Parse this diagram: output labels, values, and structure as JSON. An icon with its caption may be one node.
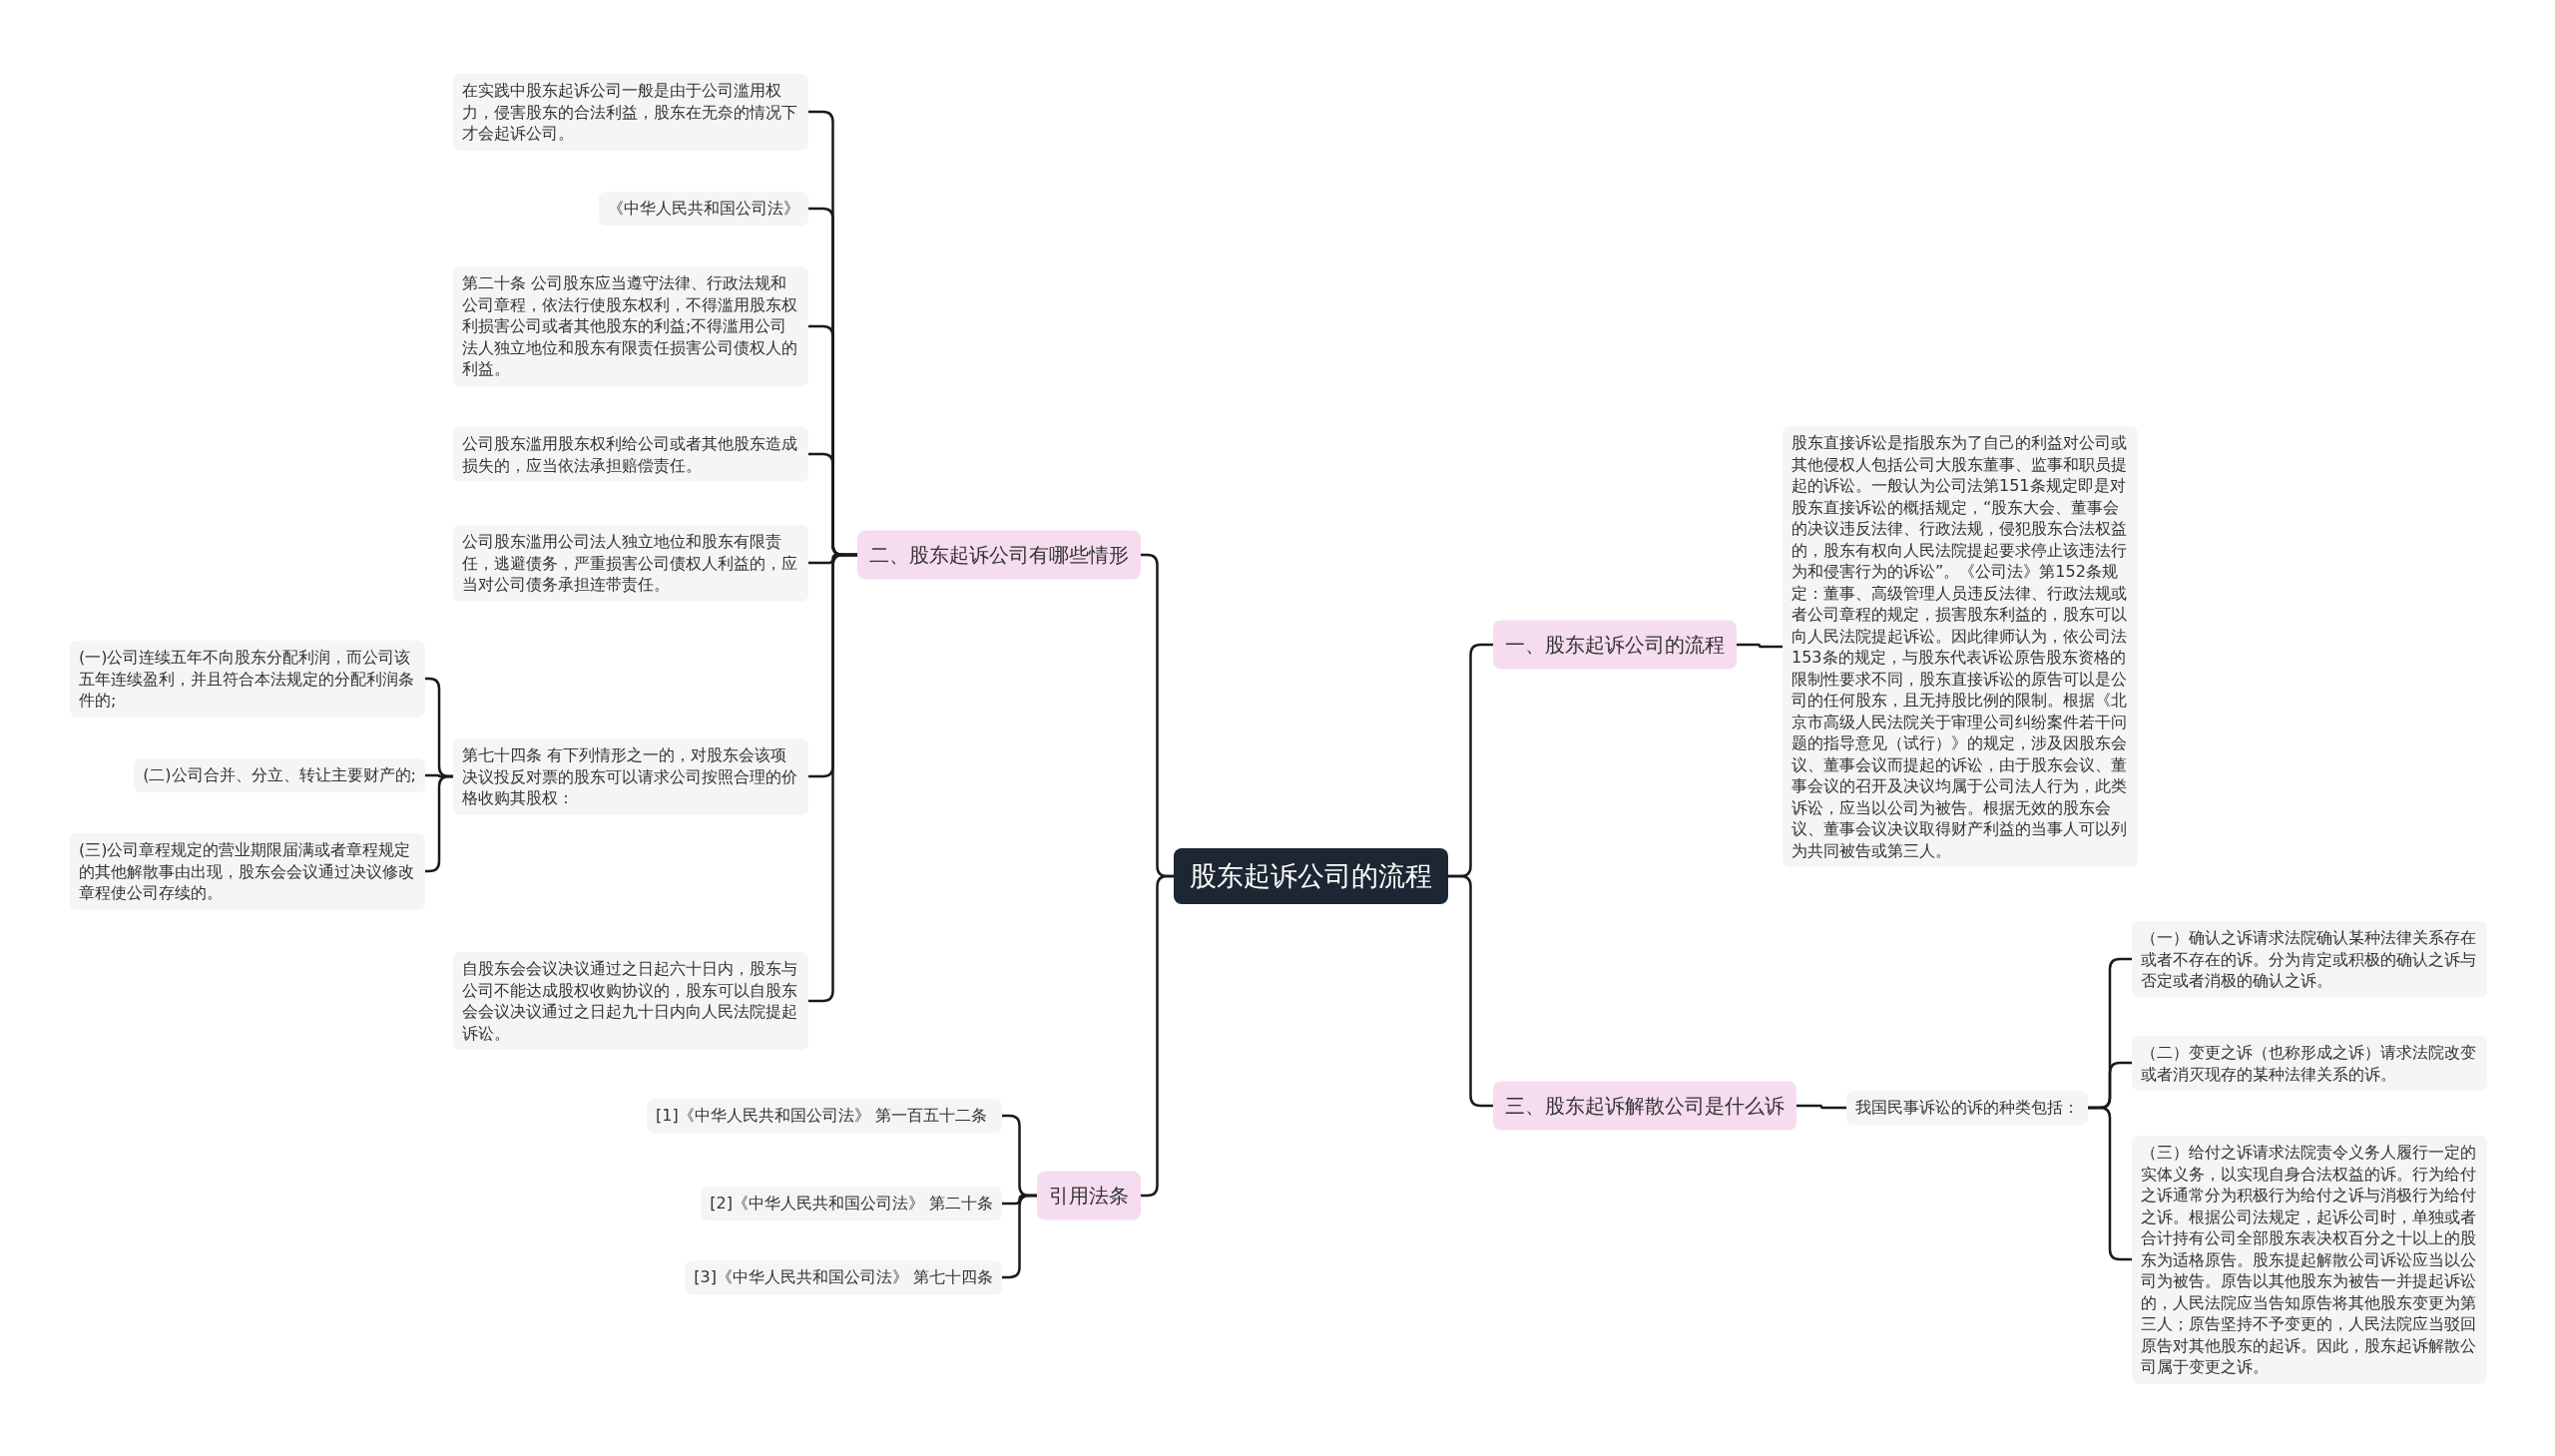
{
  "diagram": {
    "nodes": [
      {
        "text": [
          "股东起诉公司的流程"
        ]
      },
      {
        "text": [
          "一、股东起诉公司的流程"
        ]
      },
      {
        "text": [
          "股东直接诉讼是指股东为了自己的利益对公司或其他侵权人包括公司大股东董事、监事和职员提起的诉讼。一般认为公司法第151条规定即是对股东直接诉讼的概括规定，“股东大会、董事会的决议违反法律、行政法规，侵犯股东合法权益的，股东有权向人民法院提起要求停止该违法行为和侵害行为的诉讼”。《公司法》第152条规定：董事、高级管理人员违反法律、行政法规或者公司章程的规定，损害股东利益的，股东可以向人民法院提起诉讼。因此律师认为，依公司法153条的规定，与股东代表诉讼原告股东资格的限制性要求不同，股东直接诉讼的原告可以是公司的任何股东，且无持股比例的限制。根据《北京市高级人民法院关于审理公司纠纷案件若干问题的指导意见（试行）》的规定，涉及因股东会议、董事会议而提起的诉讼，由于股东会议、董事会议的召开及决议均属于公司法人行为，此类诉讼，应当以公司为被告。根据无效的股东会议、董事会议决议取得财产利益的当事人可以列为共同被告或第三人。"
        ]
      },
      {
        "text": [
          "二、股东起诉公司有哪些情形"
        ]
      },
      {
        "text": [
          "在实践中股东起诉公司一般是由于公司滥用权力，侵害股东的合法利益，股东在无奈的情况下才会起诉公司。"
        ]
      },
      {
        "text": [
          "《中华人民共和国公司法》"
        ]
      },
      {
        "text": [
          "第二十条 公司股东应当遵守法律、行政法规和公司章程，依法行使股东权利，不得滥用股东权利损害公司或者其他股东的利益;不得滥用公司法人独立地位和股东有限责任损害公司债权人的利益。"
        ]
      },
      {
        "text": [
          "公司股东滥用股东权利给公司或者其他股东造成损失的，应当依法承担赔偿责任。"
        ]
      },
      {
        "text": [
          "公司股东滥用公司法人独立地位和股东有限责任，逃避债务，严重损害公司债权人利益的，应当对公司债务承担连带责任。"
        ]
      },
      {
        "text": [
          "第七十四条 有下列情形之一的，对股东会该项决议投反对票的股东可以请求公司按照合理的价格收购其股权："
        ]
      },
      {
        "text": [
          "(一)公司连续五年不向股东分配利润，而公司该五年连续盈利，并且符合本法规定的分配利润条件的;"
        ]
      },
      {
        "text": [
          "(二)公司合并、分立、转让主要财产的;"
        ]
      },
      {
        "text": [
          "(三)公司章程规定的营业期限届满或者章程规定的其他解散事由出现，股东会会议通过决议修改章程使公司存续的。"
        ]
      },
      {
        "text": [
          "自股东会会议决议通过之日起六十日内，股东与公司不能达成股权收购协议的，股东可以自股东会会议决议通过之日起九十日内向人民法院提起诉讼。"
        ]
      },
      {
        "text": [
          "三、股东起诉解散公司是什么诉"
        ]
      },
      {
        "text": [
          "我国民事诉讼的诉的种类包括："
        ]
      },
      {
        "text": [
          "（一）确认之诉请求法院确认某种法律关系存在或者不存在的诉。分为肯定或积极的确认之诉与否定或者消极的确认之诉。"
        ]
      },
      {
        "text": [
          "（二）变更之诉（也称形成之诉）请求法院改变或者消灭现存的某种法律关系的诉。"
        ]
      },
      {
        "text": [
          "（三）给付之诉请求法院责令义务人履行一定的实体义务，以实现自身合法权益的诉。行为给付之诉通常分为积极行为给付之诉与消极行为给付之诉。根据公司法规定，起诉公司时，单独或者合计持有公司全部股东表决权百分之十以上的股东为适格原告。股东提起解散公司诉讼应当以公司为被告。原告以其他股东为被告一并提起诉讼的，人民法院应当告知原告将其他股东变更为第三人；原告坚持不予变更的，人民法院应当驳回原告对其他股东的起诉。因此，股东起诉解散公司属于变更之诉。"
        ]
      },
      {
        "text": [
          "引用法条"
        ]
      },
      {
        "text": [
          "[1]《中华人民共和国公司法》 第一百五十二条"
        ]
      },
      {
        "text": [
          "[2]《中华人民共和国公司法》 第二十条"
        ]
      },
      {
        "text": [
          "[3]《中华人民共和国公司法》 第七十四条"
        ]
      }
    ],
    "edges": [
      {
        "from": 0,
        "to": 1,
        "arrow": "none"
      },
      {
        "from": 1,
        "to": 2,
        "arrow": "none"
      },
      {
        "from": 0,
        "to": 3,
        "arrow": "none"
      },
      {
        "from": 3,
        "to": 4,
        "arrow": "none"
      },
      {
        "from": 3,
        "to": 5,
        "arrow": "none"
      },
      {
        "from": 3,
        "to": 6,
        "arrow": "none"
      },
      {
        "from": 3,
        "to": 7,
        "arrow": "none"
      },
      {
        "from": 3,
        "to": 8,
        "arrow": "none"
      },
      {
        "from": 3,
        "to": 9,
        "arrow": "none"
      },
      {
        "from": 9,
        "to": 10,
        "arrow": "none"
      },
      {
        "from": 9,
        "to": 11,
        "arrow": "none"
      },
      {
        "from": 9,
        "to": 12,
        "arrow": "none"
      },
      {
        "from": 3,
        "to": 13,
        "arrow": "none"
      },
      {
        "from": 0,
        "to": 14,
        "arrow": "none"
      },
      {
        "from": 14,
        "to": 15,
        "arrow": "none"
      },
      {
        "from": 15,
        "to": 16,
        "arrow": "none"
      },
      {
        "from": 15,
        "to": 17,
        "arrow": "none"
      },
      {
        "from": 15,
        "to": 18,
        "arrow": "none"
      },
      {
        "from": 0,
        "to": 19,
        "arrow": "none"
      },
      {
        "from": 19,
        "to": 20,
        "arrow": "none"
      },
      {
        "from": 19,
        "to": 21,
        "arrow": "none"
      },
      {
        "from": 19,
        "to": 22,
        "arrow": "none"
      }
    ]
  }
}
